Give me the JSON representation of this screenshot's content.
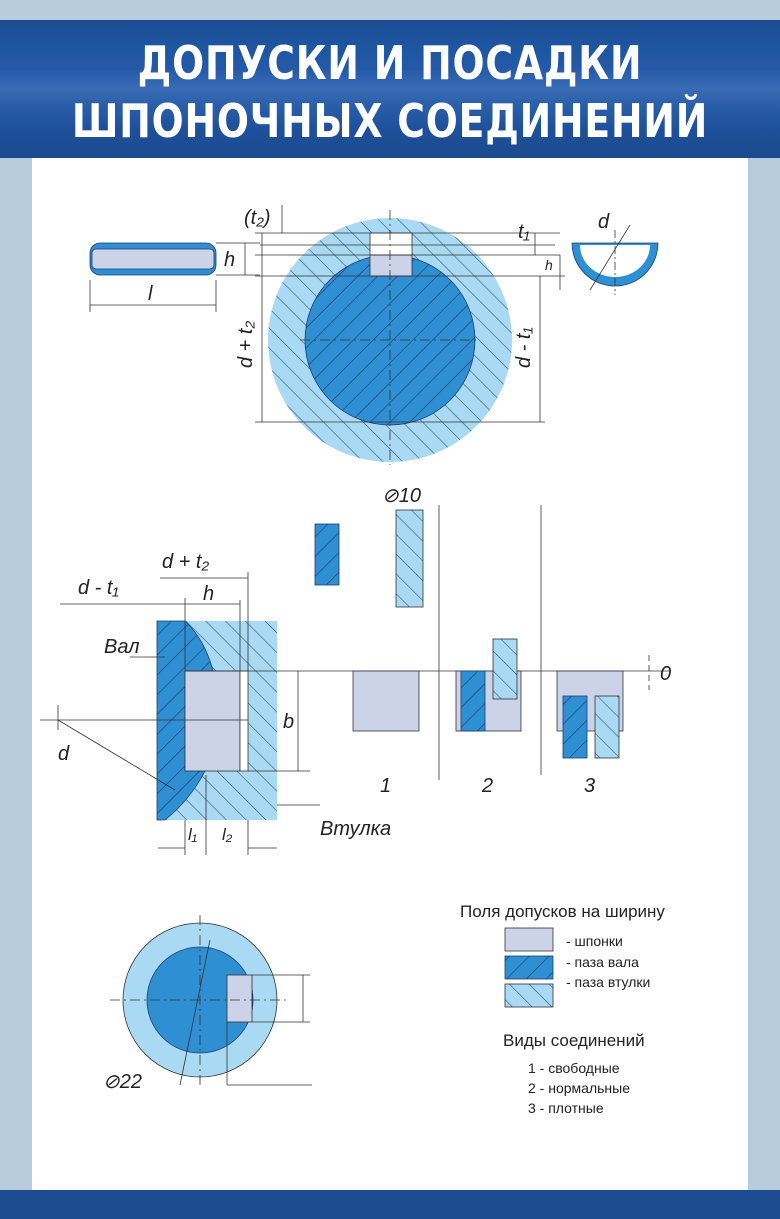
{
  "title": {
    "line1": "ДОПУСКИ И ПОСАДКИ",
    "line2": "ШПОНОЧНЫХ СОЕДИНЕНИЙ"
  },
  "colors": {
    "shaft": "#2f8fd3",
    "hub": "#a9d9f3",
    "key": "#ccd3e8",
    "header": "#1e52a0"
  },
  "top_view": {
    "t2": "(t₂)",
    "t1": "t₁",
    "h_left": "h",
    "h_right": "h",
    "l": "l",
    "d": "d",
    "d_plus_t2": "d + t₂",
    "d_minus_t1": "d - t₁"
  },
  "section_view": {
    "d_plus_t2": "d + t₂",
    "d_minus_t1": "d - t₁",
    "h": "h",
    "shaft": "Вал",
    "d": "d",
    "b": "b",
    "hub": "Втулка",
    "l1": "l₁",
    "l2": "l₂"
  },
  "tolerance_diagram": {
    "diameter": "⊘10",
    "zero": "0",
    "columns": [
      "1",
      "2",
      "3"
    ]
  },
  "bottom_view": {
    "diameter": "⊘22"
  },
  "legend": {
    "title": "Поля допусков на ширину",
    "items": [
      "- шпонки",
      "- паза вала",
      "- паза втулки"
    ]
  },
  "connections": {
    "title": "Виды соединений",
    "items": [
      "1 - свободные",
      "2 - нормальные",
      "3 - плотные"
    ]
  }
}
